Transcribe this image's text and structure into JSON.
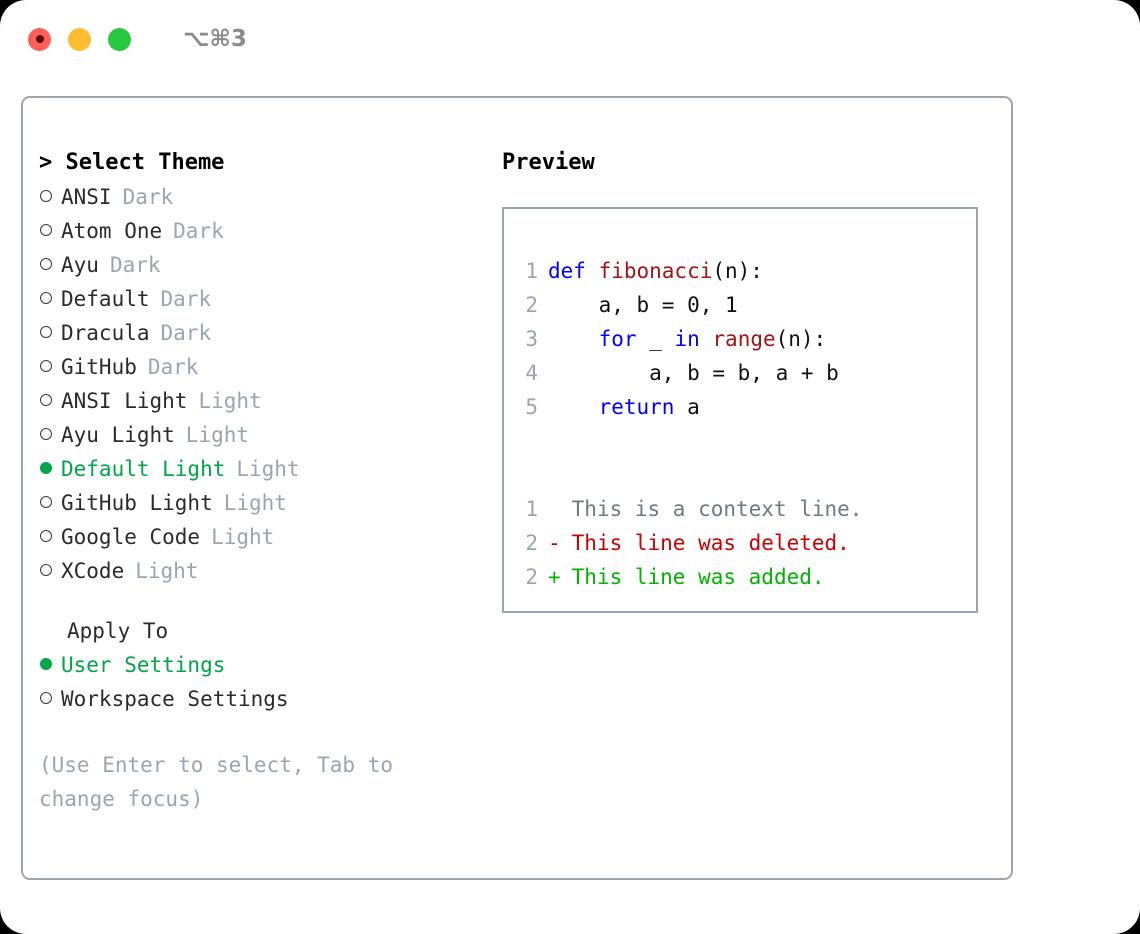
{
  "titlebar": {
    "lights": [
      {
        "name": "close",
        "color": "#ff5f57"
      },
      {
        "name": "minimize",
        "color": "#febc2e"
      },
      {
        "name": "maximize",
        "color": "#28c840"
      }
    ],
    "shortcut": "⌥⌘3"
  },
  "left": {
    "header": "> Select Theme",
    "themes": [
      {
        "name": "ANSI",
        "category": "Dark",
        "selected": false
      },
      {
        "name": "Atom One",
        "category": "Dark",
        "selected": false
      },
      {
        "name": "Ayu",
        "category": "Dark",
        "selected": false
      },
      {
        "name": "Default",
        "category": "Dark",
        "selected": false
      },
      {
        "name": "Dracula",
        "category": "Dark",
        "selected": false
      },
      {
        "name": "GitHub",
        "category": "Dark",
        "selected": false
      },
      {
        "name": "ANSI Light",
        "category": "Light",
        "selected": false
      },
      {
        "name": "Ayu Light",
        "category": "Light",
        "selected": false
      },
      {
        "name": "Default Light",
        "category": "Light",
        "selected": true
      },
      {
        "name": "GitHub Light",
        "category": "Light",
        "selected": false
      },
      {
        "name": "Google Code",
        "category": "Light",
        "selected": false
      },
      {
        "name": "XCode",
        "category": "Light",
        "selected": false
      }
    ],
    "apply_to_label": "Apply To",
    "apply_options": [
      {
        "name": "User Settings",
        "selected": true
      },
      {
        "name": "Workspace Settings",
        "selected": false
      }
    ],
    "hint": "(Use Enter to select, Tab to change focus)"
  },
  "right": {
    "header": "Preview",
    "code_lines": [
      {
        "number": "1",
        "tokens": [
          {
            "t": "def ",
            "k": "kw"
          },
          {
            "t": "fibonacci",
            "k": "fn"
          },
          {
            "t": "(n):",
            "k": "pl"
          }
        ]
      },
      {
        "number": "2",
        "tokens": [
          {
            "t": "    a, b = 0, 1",
            "k": "pl"
          }
        ]
      },
      {
        "number": "3",
        "tokens": [
          {
            "t": "    ",
            "k": "pl"
          },
          {
            "t": "for",
            "k": "kw"
          },
          {
            "t": " _ ",
            "k": "pl"
          },
          {
            "t": "in",
            "k": "kw"
          },
          {
            "t": " ",
            "k": "pl"
          },
          {
            "t": "range",
            "k": "fn"
          },
          {
            "t": "(n):",
            "k": "pl"
          }
        ]
      },
      {
        "number": "4",
        "tokens": [
          {
            "t": "        a, b = b, a + b",
            "k": "pl"
          }
        ]
      },
      {
        "number": "5",
        "tokens": [
          {
            "t": "    ",
            "k": "pl"
          },
          {
            "t": "return",
            "k": "kw"
          },
          {
            "t": " a",
            "k": "pl"
          }
        ]
      }
    ],
    "diff_lines": [
      {
        "number": "1",
        "marker": " ",
        "text": "This is a context line.",
        "kind": "context"
      },
      {
        "number": "2",
        "marker": "-",
        "text": "This line was deleted.",
        "kind": "deleted"
      },
      {
        "number": "2",
        "marker": "+",
        "text": "This line was added.",
        "kind": "added"
      }
    ]
  },
  "colors": {
    "accent_green": "#00a648",
    "muted": "#9aa5b1",
    "keyword_blue": "#0000ff",
    "function_red": "#a31515",
    "diff_deleted": "#cc0000",
    "diff_added": "#00b300",
    "border": "#9aa5b1"
  }
}
